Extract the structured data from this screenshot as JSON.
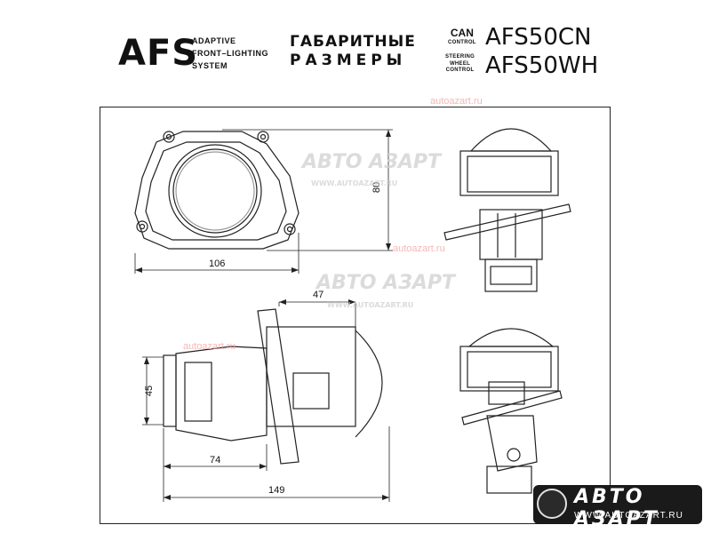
{
  "header": {
    "brand": "AFS",
    "brand_desc": [
      "ADAPTIVE",
      "FRONT–LIGHTING",
      "SYSTEM"
    ],
    "title_line1": "ГАБАРИТНЫЕ",
    "title_line2": "РАЗМЕРЫ",
    "can_label": "CAN",
    "can_sub": "CONTROL",
    "steering_label": [
      "STEERING",
      "WHEEL",
      "CONTROL"
    ],
    "model_can": "AFS50CN",
    "model_wheel": "AFS50WH"
  },
  "dimensions": {
    "height": "80",
    "width": "106",
    "depth_front": "47",
    "side_height": "45",
    "depth_mid": "74",
    "total_length": "149"
  },
  "watermarks": {
    "small_text": "autoazart.ru",
    "big_text": "АВТО АЗАРТ",
    "url_text": "WWW.AUTOAZART.RU"
  },
  "logo": {
    "name": "АВТО АЗАРТ",
    "url": "WWW.AUTOAZART.RU",
    "colors": {
      "background": "#1a1a1a",
      "text": "#ffffff",
      "circle": "#e0e0e0"
    }
  }
}
